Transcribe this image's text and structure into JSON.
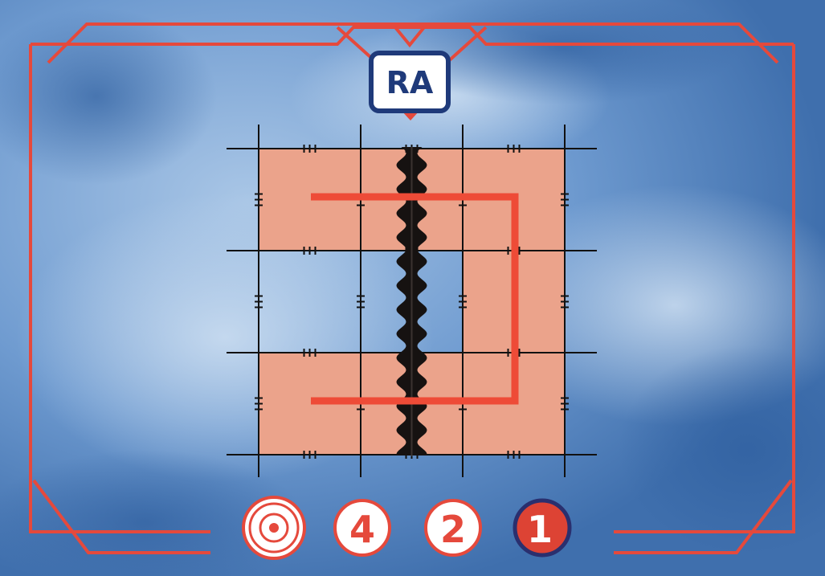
{
  "card": {
    "code": "RA",
    "tokens": [
      {
        "type": "target",
        "label": ""
      },
      {
        "type": "number",
        "label": "4",
        "style": "outline"
      },
      {
        "type": "number",
        "label": "2",
        "style": "outline"
      },
      {
        "type": "number",
        "label": "1",
        "style": "filled"
      }
    ]
  },
  "grid": {
    "columns": 3,
    "rows": 3,
    "shaded_cells": [
      [
        0,
        0
      ],
      [
        1,
        0
      ],
      [
        2,
        0
      ],
      [
        2,
        1
      ],
      [
        0,
        2
      ],
      [
        1,
        2
      ],
      [
        2,
        2
      ]
    ],
    "river": {
      "column": 1,
      "direction": "vertical"
    }
  },
  "colors": {
    "background": "#5f8fc4",
    "frame": "#e5493c",
    "shaded_cell": "#eba38b",
    "path": "#ee4b37",
    "river": "#161211",
    "grid_line": "#111111",
    "badge_border": "#1f3a7a",
    "token_filled": "#dd4334",
    "token_filled_border": "#2a2f6e"
  }
}
